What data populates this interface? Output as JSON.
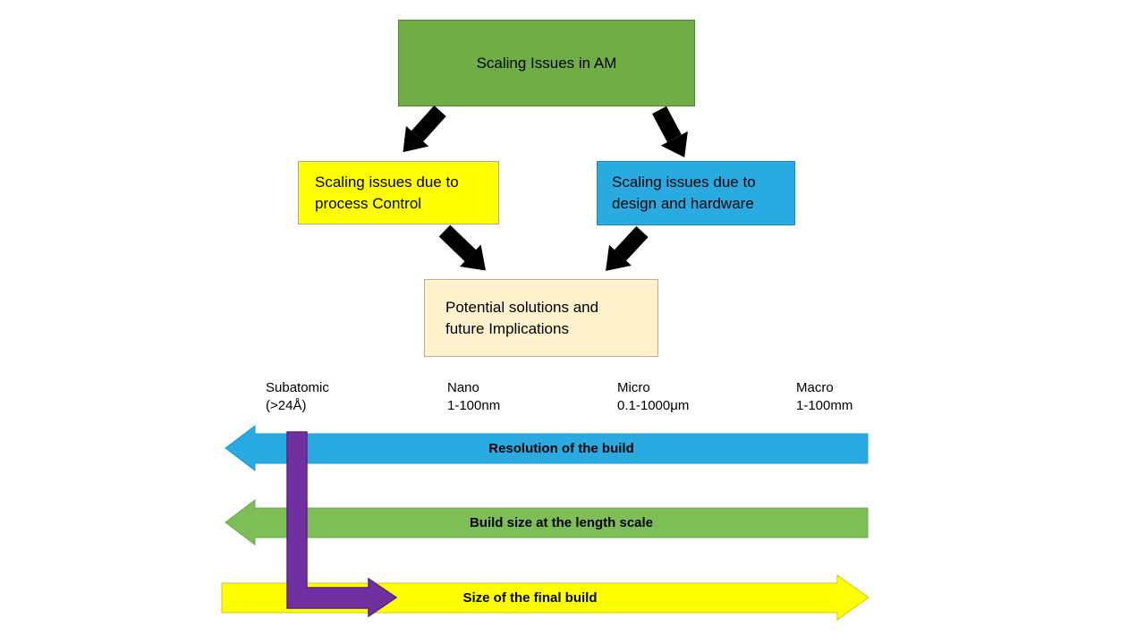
{
  "flowchart": {
    "top": {
      "label": "Scaling Issues in AM"
    },
    "process": {
      "line1": "Scaling issues due to",
      "line2": "process Control"
    },
    "hardware": {
      "line1": "Scaling issues due to",
      "line2": "design and hardware"
    },
    "solutions": {
      "line1": "Potential solutions and",
      "line2": "future Implications"
    }
  },
  "scales": [
    {
      "name": "Subatomic",
      "range": "(>24Å)"
    },
    {
      "name": "Nano",
      "range": "1-100nm"
    },
    {
      "name": "Micro",
      "range": "0.1-1000μm"
    },
    {
      "name": "Macro",
      "range": "1-100mm"
    }
  ],
  "arrows": {
    "resolution": {
      "label": "Resolution of the build"
    },
    "build_size": {
      "label": "Build size at the length scale"
    },
    "final_build": {
      "label": "Size of the final build"
    }
  },
  "colors": {
    "top_box_green": "#70AD47",
    "process_box_yellow": "#FFFF00",
    "hardware_box_blue": "#29ABE2",
    "solutions_box_cream": "#FFF2CC",
    "connector_black": "#000000",
    "resolution_arrow_blue": "#29ABE2",
    "build_size_arrow_green": "#7DBE57",
    "final_build_arrow_yellow": "#FFFF00",
    "crossing_arrow_purple": "#7030A0"
  }
}
